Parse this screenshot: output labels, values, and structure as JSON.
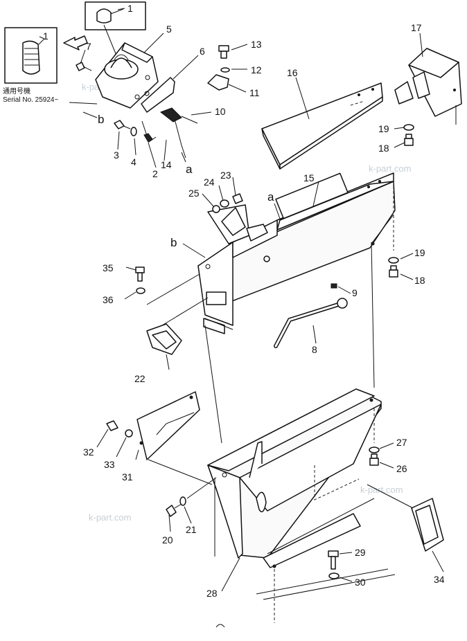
{
  "diagram": {
    "serial_cjk": "通用号機",
    "serial_text": "Serial No. 25924~",
    "watermark": "k-part.com",
    "ref_a": "a",
    "ref_b": "b",
    "callouts": [
      {
        "id": "c1a",
        "text": "1"
      },
      {
        "id": "c1b",
        "text": "1"
      },
      {
        "id": "c2",
        "text": "2"
      },
      {
        "id": "c3",
        "text": "3"
      },
      {
        "id": "c4",
        "text": "4"
      },
      {
        "id": "c5",
        "text": "5"
      },
      {
        "id": "c6",
        "text": "6"
      },
      {
        "id": "c7",
        "text": "7"
      },
      {
        "id": "c8",
        "text": "8"
      },
      {
        "id": "c9",
        "text": "9"
      },
      {
        "id": "c10",
        "text": "10"
      },
      {
        "id": "c11",
        "text": "11"
      },
      {
        "id": "c12",
        "text": "12"
      },
      {
        "id": "c13",
        "text": "13"
      },
      {
        "id": "c14",
        "text": "14"
      },
      {
        "id": "c15",
        "text": "15"
      },
      {
        "id": "c16",
        "text": "16"
      },
      {
        "id": "c17",
        "text": "17"
      },
      {
        "id": "c18a",
        "text": "18"
      },
      {
        "id": "c18b",
        "text": "18"
      },
      {
        "id": "c19a",
        "text": "19"
      },
      {
        "id": "c19b",
        "text": "19"
      },
      {
        "id": "c20",
        "text": "20"
      },
      {
        "id": "c21",
        "text": "21"
      },
      {
        "id": "c22",
        "text": "22"
      },
      {
        "id": "c23",
        "text": "23"
      },
      {
        "id": "c24",
        "text": "24"
      },
      {
        "id": "c25",
        "text": "25"
      },
      {
        "id": "c26",
        "text": "26"
      },
      {
        "id": "c27",
        "text": "27"
      },
      {
        "id": "c28",
        "text": "28"
      },
      {
        "id": "c29",
        "text": "29"
      },
      {
        "id": "c30",
        "text": "30"
      },
      {
        "id": "c31",
        "text": "31"
      },
      {
        "id": "c32",
        "text": "32"
      },
      {
        "id": "c33",
        "text": "33"
      },
      {
        "id": "c34",
        "text": "34"
      },
      {
        "id": "c35",
        "text": "35"
      },
      {
        "id": "c36",
        "text": "36"
      }
    ]
  }
}
